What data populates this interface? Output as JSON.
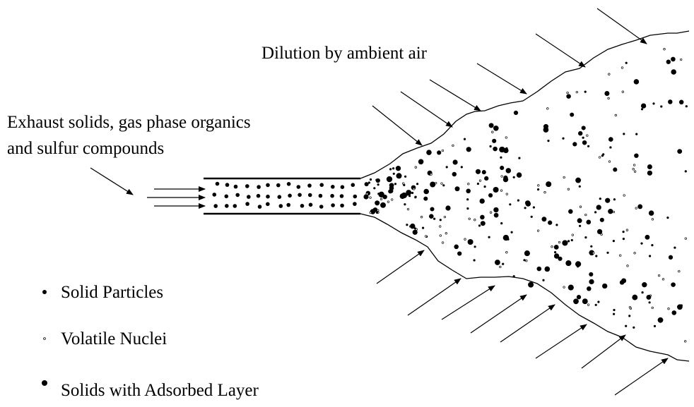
{
  "labels": {
    "dilution": "Dilution by ambient air",
    "exhaust_line1": "Exhaust solids, gas phase organics",
    "exhaust_line2": "and sulfur compounds"
  },
  "legend": [
    {
      "label": "Solid Particles",
      "marker": "medium-dot"
    },
    {
      "label": "Volatile Nuclei",
      "marker": "tiny-hollow-dot"
    },
    {
      "label": "Solids with Adsorbed Layer",
      "marker": "large-dot"
    }
  ],
  "colors": {
    "ink": "#000000",
    "background": "#ffffff"
  }
}
